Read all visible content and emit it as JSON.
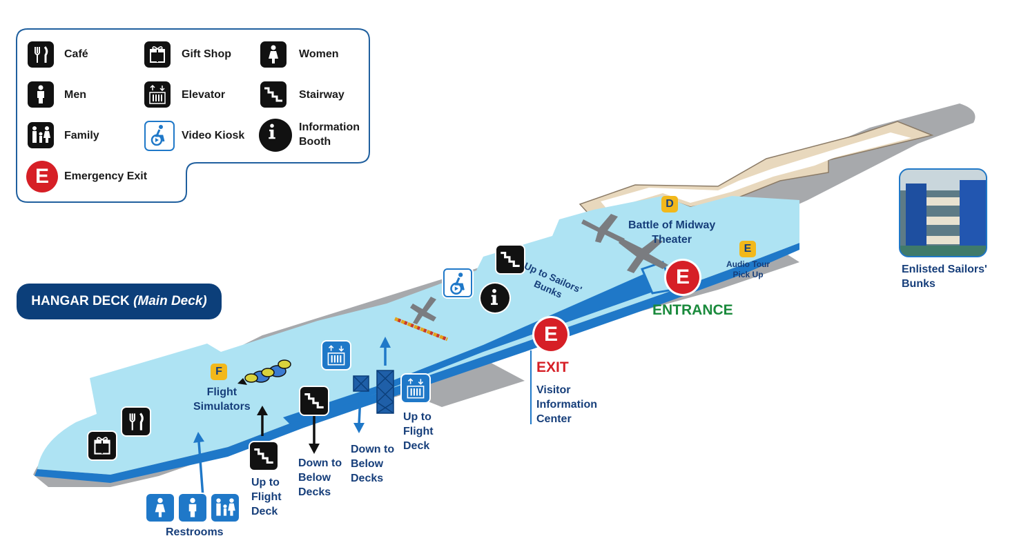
{
  "legend": {
    "cafe": "Café",
    "gift_shop": "Gift Shop",
    "women": "Women",
    "men": "Men",
    "elevator": "Elevator",
    "stairway": "Stairway",
    "family": "Family",
    "video_kiosk": "Video Kiosk",
    "information_booth": "Information\nBooth",
    "emergency_exit": "Emergency Exit",
    "exit_letter": "E"
  },
  "deck_title": {
    "main": "HANGAR DECK",
    "sub": "(Main Deck)"
  },
  "zones": {
    "F": "F",
    "D": "D",
    "E": "E"
  },
  "labels": {
    "flight_simulators": "Flight\nSimulators",
    "battle_theater": "Battle of Midway\nTheater",
    "audio_tour": "Audio Tour\nPick Up",
    "up_sailors_bunks": "Up to Sailors'\nBunks",
    "entrance": "ENTRANCE",
    "exit": "EXIT",
    "visitor_info": "Visitor\nInformation\nCenter",
    "up_flight_deck_1": "Up to\nFlight\nDeck",
    "down_below_1": "Down to\nBelow\nDecks",
    "down_below_2": "Down to\nBelow\nDecks",
    "up_flight_deck_2": "Up to\nFlight\nDeck",
    "restrooms": "Restrooms",
    "enlisted_bunks": "Enlisted Sailors'\nBunks"
  },
  "colors": {
    "deck_floor": "#aee3f3",
    "deck_edge": "#1f78c8",
    "hull_gray": "#a7a9ac",
    "navy": "#163e7a",
    "exit_red": "#d61f26",
    "entrance_green": "#1a8a3c",
    "zone_yellow": "#f2b81b"
  }
}
